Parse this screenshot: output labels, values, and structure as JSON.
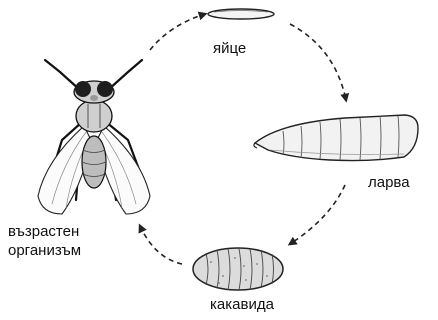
{
  "labels": {
    "egg": "яйце",
    "larva": "ларва",
    "pupa": "какавида",
    "adult_line1": "възрастен",
    "adult_line2": "организъм"
  }
}
